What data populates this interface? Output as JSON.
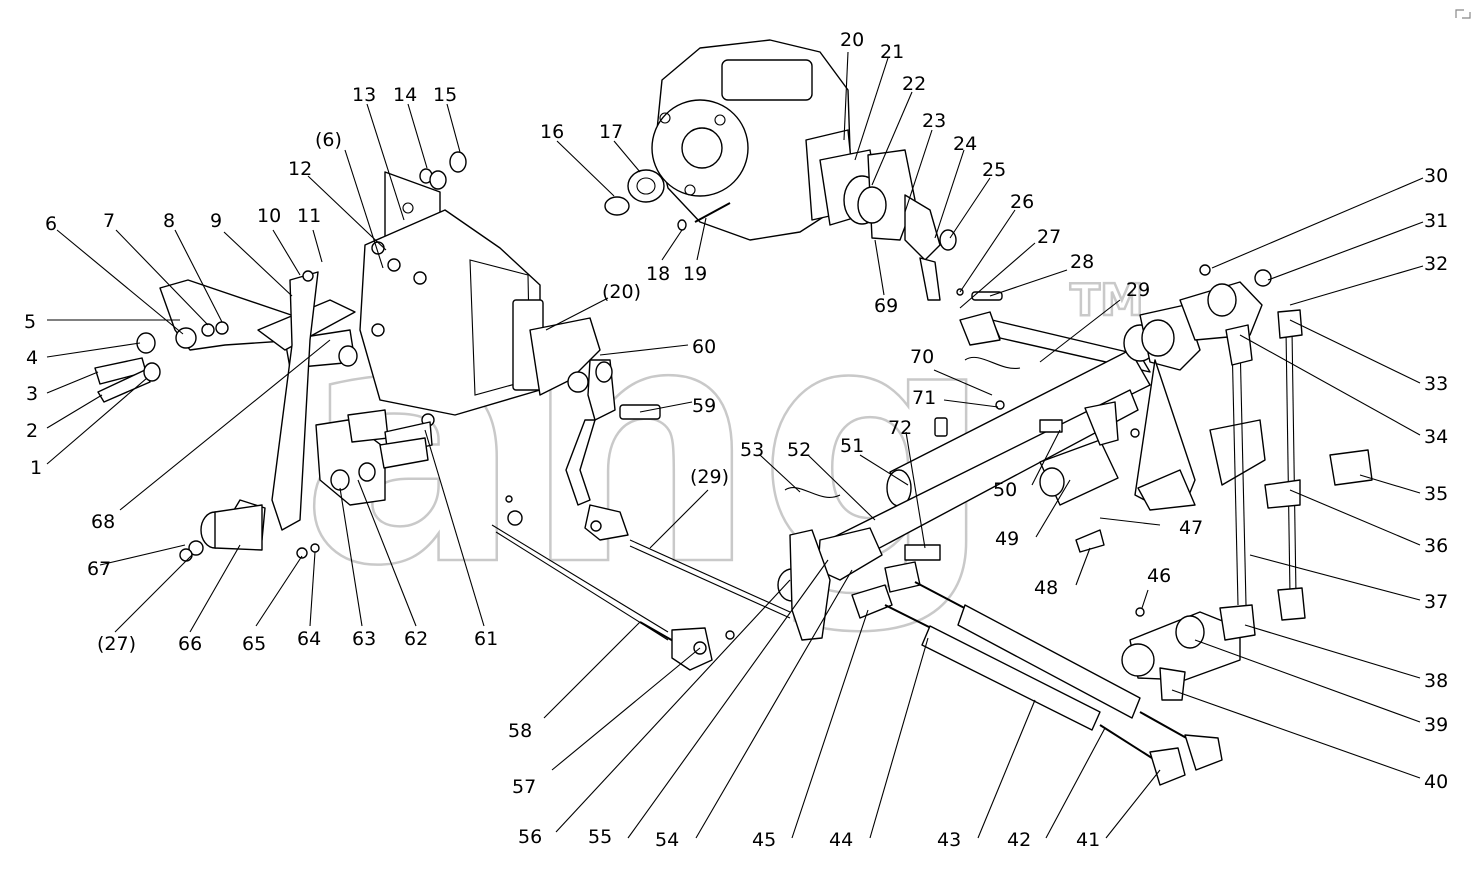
{
  "watermark": {
    "text": "ang",
    "tm": "TM"
  },
  "labels": [
    "1",
    "2",
    "3",
    "4",
    "5",
    "6",
    "7",
    "8",
    "9",
    "10",
    "11",
    "12",
    "13",
    "14",
    "15",
    "16",
    "17",
    "18",
    "19",
    "20",
    "21",
    "22",
    "23",
    "24",
    "25",
    "26",
    "27",
    "28",
    "29",
    "30",
    "31",
    "32",
    "33",
    "34",
    "35",
    "36",
    "37",
    "38",
    "39",
    "40",
    "41",
    "42",
    "43",
    "44",
    "45",
    "46",
    "47",
    "48",
    "49",
    "50",
    "51",
    "52",
    "53",
    "54",
    "55",
    "56",
    "57",
    "58",
    "59",
    "60",
    "61",
    "62",
    "63",
    "64",
    "65",
    "66",
    "67",
    "68",
    "69",
    "70",
    "71",
    "72",
    "(6)",
    "(20)",
    "(29)",
    "(27)"
  ],
  "colors": {
    "line": "#000000",
    "background": "#ffffff",
    "watermark": "#c9c9c9"
  },
  "icons": [
    "expand-corner-icon"
  ]
}
